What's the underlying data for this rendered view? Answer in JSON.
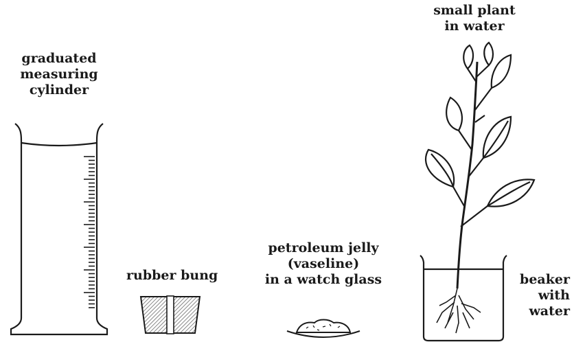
{
  "labels": {
    "cylinder": [
      "graduated",
      "measuring",
      "cylinder"
    ],
    "bung": "rubber bung",
    "jelly": [
      "petroleum jelly",
      "(vaseline)",
      "in a watch glass"
    ],
    "plant": [
      "small plant",
      "in water"
    ],
    "beaker": [
      "beaker",
      "with",
      "water"
    ]
  },
  "colors": {
    "ink": "#1a1a1a",
    "hatch": "#6a6a6a",
    "background": "#ffffff"
  }
}
